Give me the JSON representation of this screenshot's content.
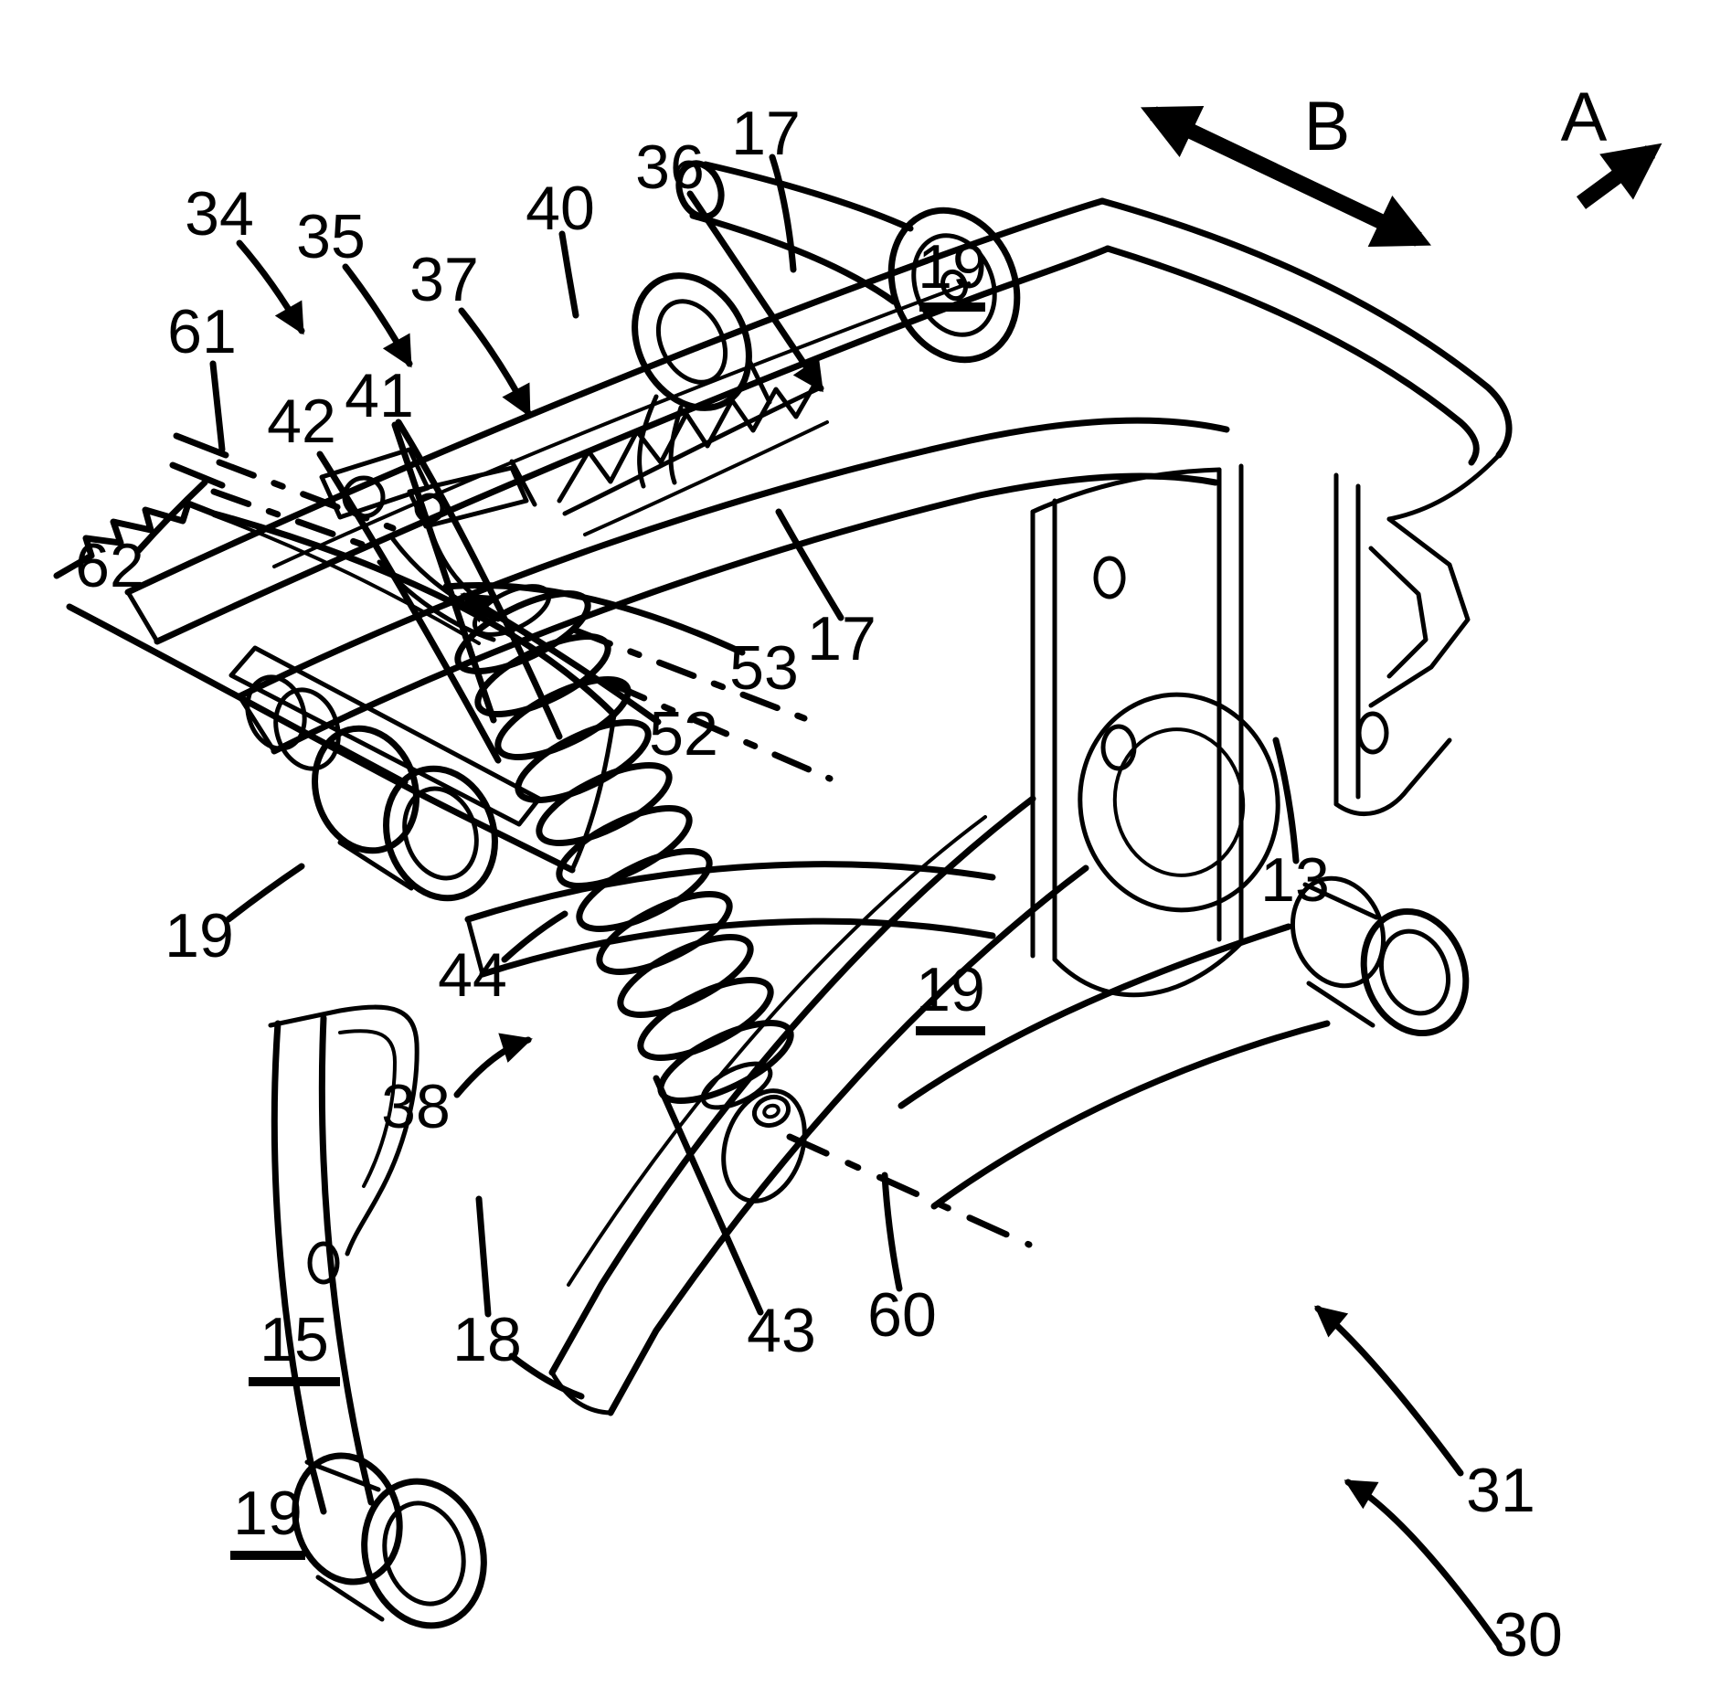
{
  "figure": {
    "kind": "patent mechanical line drawing, perspective view of a pedal arm and roller-frame assembly with coil spring",
    "direction_arrows": {
      "a": "A",
      "b": "B"
    },
    "labels": {
      "13": "13",
      "15": "15",
      "17": "17",
      "18": "18",
      "19": "19",
      "30": "30",
      "31": "31",
      "34": "34",
      "35": "35",
      "36": "36",
      "37": "37",
      "38": "38",
      "40": "40",
      "41": "41",
      "42": "42",
      "43": "43",
      "44": "44",
      "52": "52",
      "53": "53",
      "60": "60",
      "61": "61",
      "62": "62"
    },
    "underlined_labels": [
      "15",
      "19"
    ]
  }
}
